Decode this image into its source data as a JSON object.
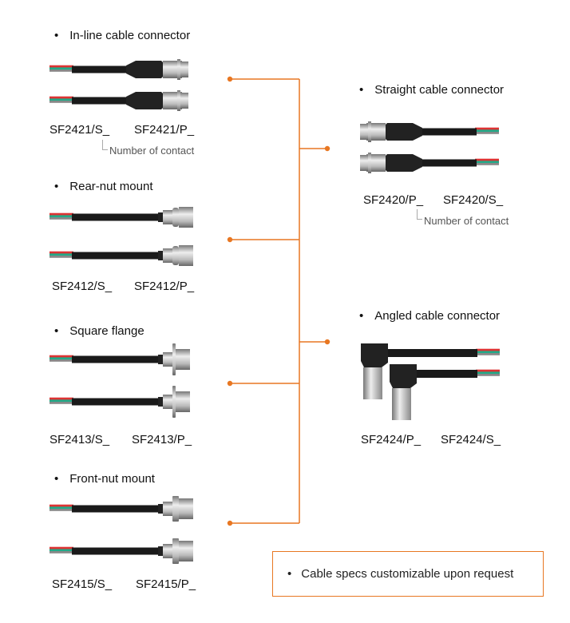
{
  "accent_color": "#e87722",
  "left_groups": [
    {
      "title": "In-line cable connector",
      "codes": [
        "SF2421/S_",
        "SF2421/P_"
      ],
      "note": "Number of contact"
    },
    {
      "title": "Rear-nut mount",
      "codes": [
        "SF2412/S_",
        "SF2412/P_"
      ]
    },
    {
      "title": "Square flange",
      "codes": [
        "SF2413/S_",
        "SF2413/P_"
      ]
    },
    {
      "title": "Front-nut mount",
      "codes": [
        "SF2415/S_",
        "SF2415/P_"
      ]
    }
  ],
  "right_groups": [
    {
      "title": "Straight cable connector",
      "codes": [
        "SF2420/P_",
        "SF2420/S_"
      ],
      "note": "Number of contact"
    },
    {
      "title": "Angled  cable connector",
      "codes": [
        "SF2424/P_",
        "SF2424/S_"
      ]
    }
  ],
  "footer_note": "Cable specs customizable upon request"
}
